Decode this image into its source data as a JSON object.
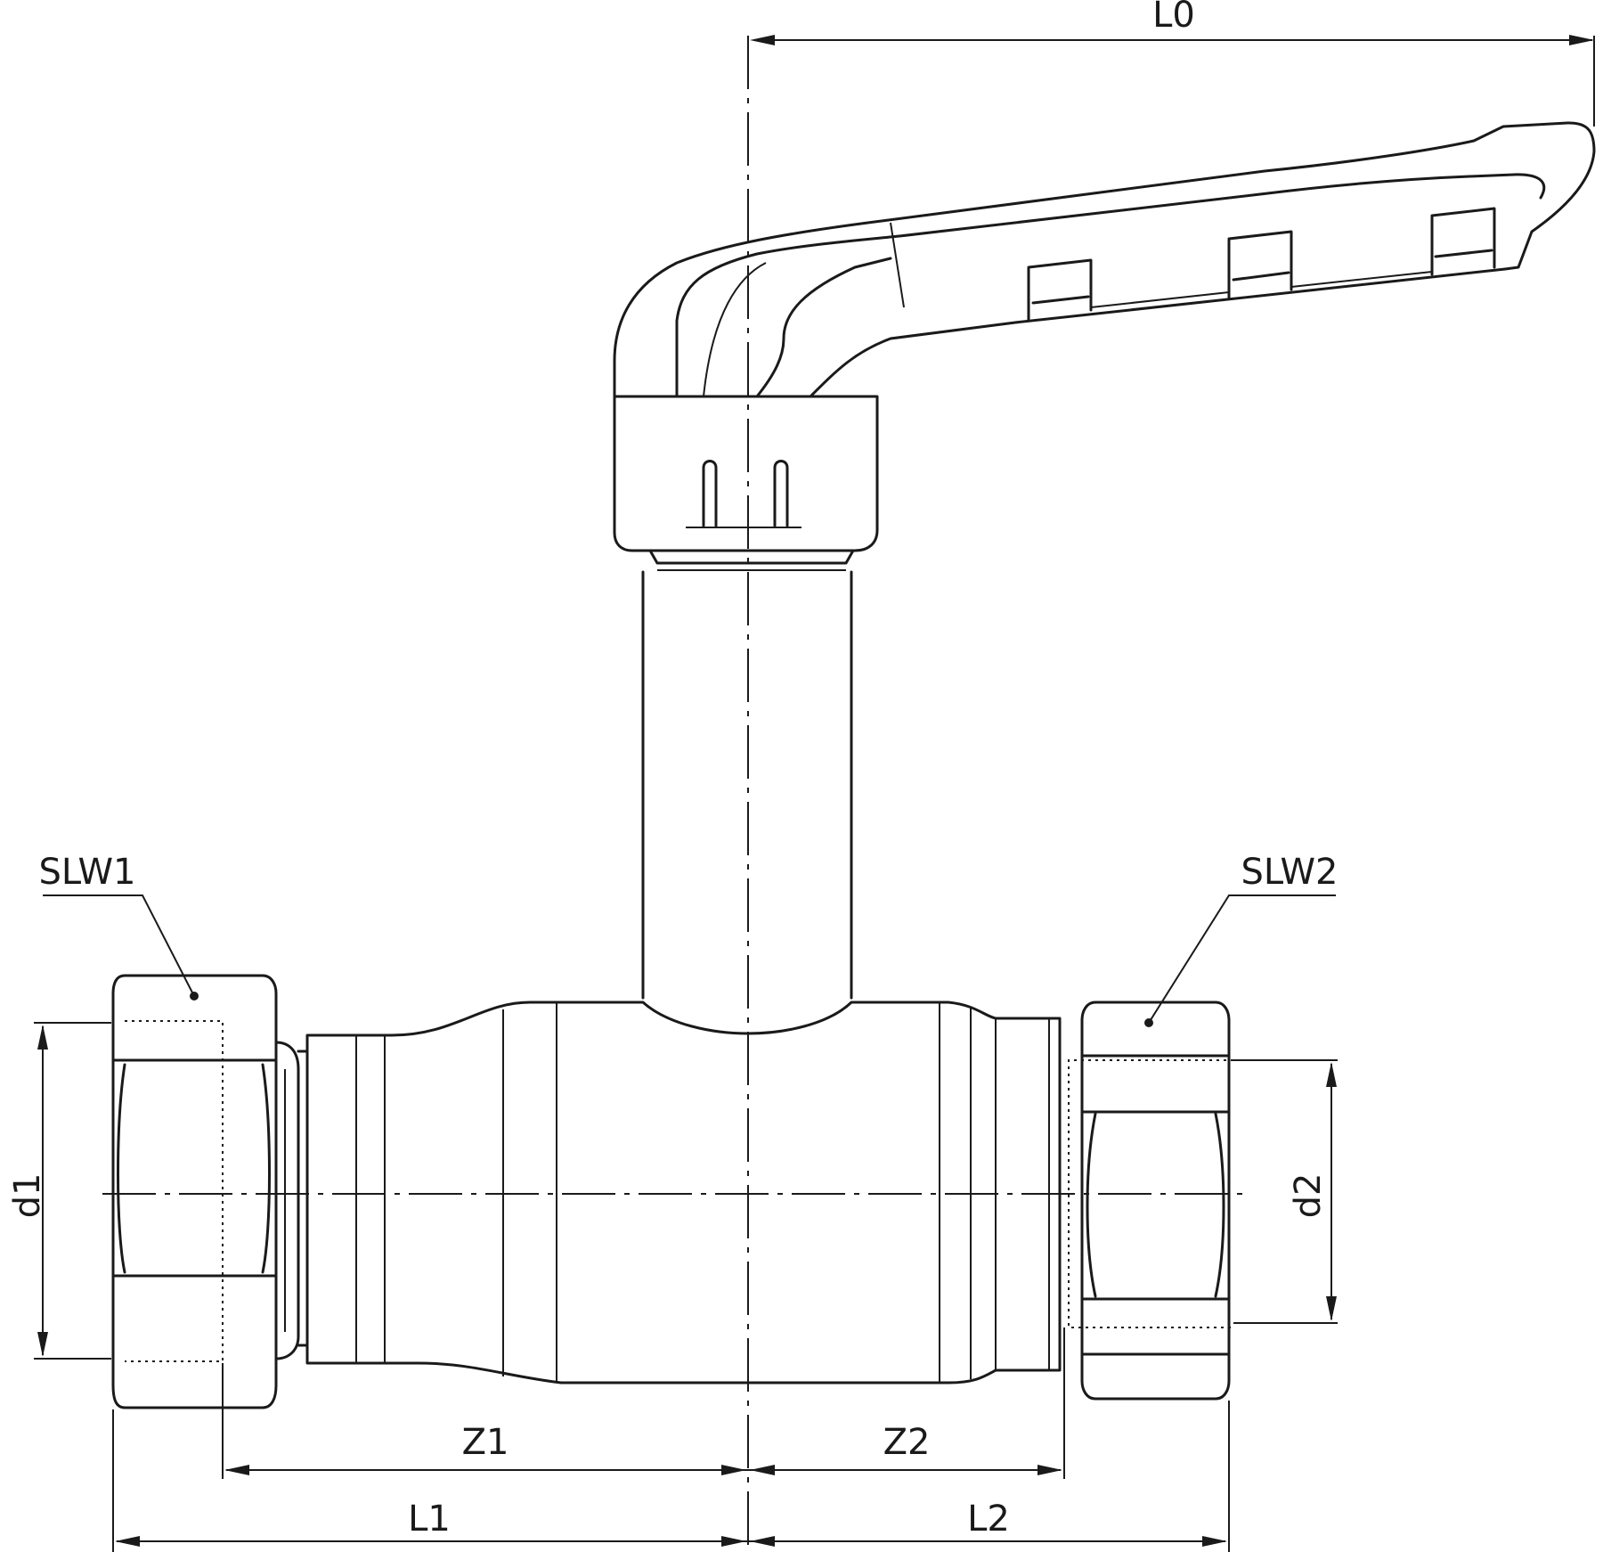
{
  "labels": {
    "l0": "L0",
    "l1": "L1",
    "l2": "L2",
    "z1": "Z1",
    "z2": "Z2",
    "d1": "d1",
    "d2": "d2",
    "slw1": "SLW1",
    "slw2": "SLW2"
  }
}
